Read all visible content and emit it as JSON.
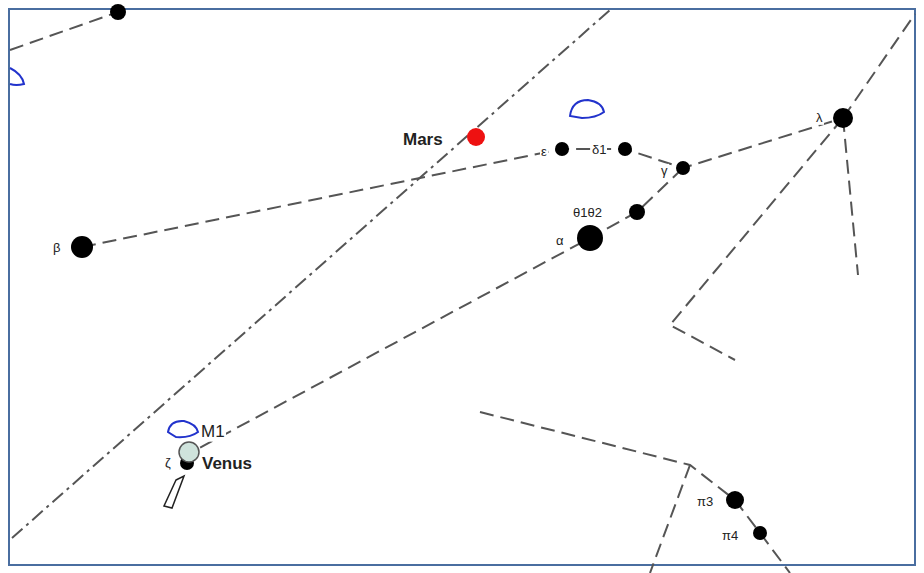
{
  "diagram": {
    "labels": [
      "Mars",
      "ε",
      "δ1",
      "γ",
      "λ",
      "θ1θ2",
      "α",
      "β",
      "M1",
      "ζ",
      "Venus",
      "π3",
      "π4"
    ]
  }
}
